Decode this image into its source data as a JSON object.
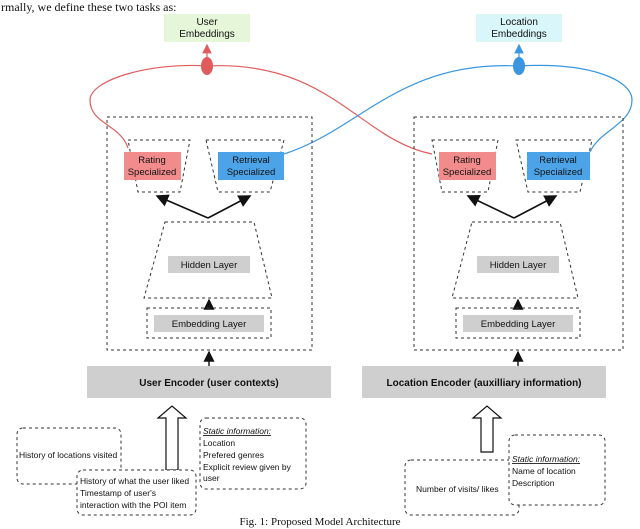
{
  "heading_fragment": "rmally, we define these two tasks as:",
  "user_embeddings": [
    "User",
    "Embeddings"
  ],
  "location_embeddings": [
    "Location",
    "Embeddings"
  ],
  "left_tower": {
    "rating": [
      "Rating",
      "Specialized"
    ],
    "retrieval": [
      "Retrieval",
      "Specialized"
    ],
    "hidden": "Hidden Layer",
    "embedding": "Embedding Layer",
    "encoder": "User Encoder (user contexts)"
  },
  "right_tower": {
    "rating": [
      "Rating",
      "Specialized"
    ],
    "retrieval": [
      "Retrieval",
      "Specialized"
    ],
    "hidden": "Hidden Layer",
    "embedding": "Embedding Layer",
    "encoder": "Location Encoder (auxilliary information)"
  },
  "user_inputs": {
    "history_locations": "History of locations visited",
    "history_liked": [
      "History of what the user liked",
      "Timestamp of user's",
      "interaction with the POI item"
    ],
    "static_title": "Static information:",
    "static_items": [
      "Location",
      "Prefered genres",
      "Explicit review given by",
      "user"
    ]
  },
  "location_inputs": {
    "visits": "Number of visits/ likes",
    "static_title": "Static information:",
    "static_items": [
      "Name of location",
      "Description"
    ]
  },
  "caption": "Fig. 1: Proposed Model Architecture",
  "colors": {
    "user_embed_bg": "#e6f7d9",
    "location_embed_bg": "#d9f6fb",
    "user_line": "#e05c5c",
    "location_line": "#3a96e0",
    "rating_bg": "#f28c8c",
    "retrieval_bg": "#4da3e8",
    "grey_box": "#cfcfcf"
  }
}
